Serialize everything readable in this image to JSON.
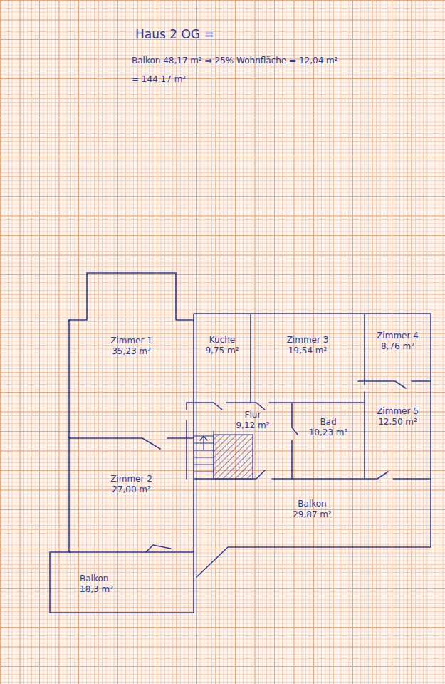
{
  "diagram": {
    "title": "Haus 2 OG =",
    "nodes": [
      {
        "text": [
          "Zimmer 1",
          "35,23 m²"
        ]
      },
      {
        "text": [
          "Küche",
          "9,75 m²"
        ]
      },
      {
        "text": [
          "Zimmer 3",
          "19,54 m²"
        ]
      },
      {
        "text": [
          "Zimmer 4",
          "8,76 m²"
        ]
      },
      {
        "text": [
          "Flur",
          "9,12 m²"
        ]
      },
      {
        "text": [
          "Bad",
          "10,23 m²"
        ]
      },
      {
        "text": [
          "Zimmer 5",
          "12,50 m²"
        ]
      },
      {
        "text": [
          "Zimmer 2",
          "27,00 m²"
        ]
      },
      {
        "text": [
          "Balkon",
          "29,87 m²"
        ]
      },
      {
        "text": [
          "Balkon",
          "18,3 m²"
        ]
      }
    ],
    "labels": [
      "Balkon 48,17 m² ⇒ 25% Wohnfläche = 12,04 m²",
      "= 144,17 m²"
    ]
  }
}
